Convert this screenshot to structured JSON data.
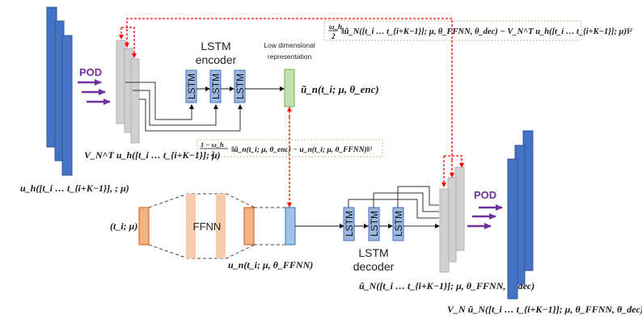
{
  "colors": {
    "pod_blue": "#4472c4",
    "grey_block": "#d0d0d0",
    "lstm_fill": "#9db8e0",
    "lstm_stroke": "#4472c4",
    "latent_green": "#c5e0b4",
    "latent_green_stroke": "#70ad47",
    "ffnn_dark": "#f4b183",
    "ffnn_light": "#f8cbad",
    "ffnn_stroke": "#c55a11",
    "decoder_input_blue": "#9dc3e6",
    "red_dashed": "#ff0000",
    "purple_arrow": "#7030a0",
    "loss_box_border": "#a9d18e"
  },
  "encoder": {
    "pod_label": "POD",
    "input_label": "u_h([t_i … t_{i+K−1}], ; μ)",
    "projected_label": "V_N^T u_h([t_i … t_{i+K−1}]; μ)",
    "title_line1": "LSTM",
    "title_line2": "encoder",
    "cells": [
      "LSTM",
      "LSTM",
      "LSTM"
    ]
  },
  "latent": {
    "caption_line1": "Low dimensional",
    "caption_line2": "representation",
    "label": "ũ_n(t_i; μ, θ_enc)"
  },
  "loss_top": {
    "frac_num": "ω_h",
    "frac_den": "2",
    "body": "‖ũ_N([t_i … t_{i+K−1}]; μ, θ_FFNN, θ_dec)  − V_N^T u_h([t_i … t_{i+K−1}]; μ)‖²"
  },
  "loss_mid": {
    "frac_num": "1  − ω_h",
    "frac_den": "2",
    "body": "‖ũ_n(t_i; μ, θ_enc) − u_n(t_i; μ, θ_FFNN)‖²"
  },
  "ffnn": {
    "input_label": "(t_i; μ)",
    "title": "FFNN",
    "output_label": "u_n(t_i; μ, θ_FFNN)"
  },
  "decoder": {
    "title_line1": "LSTM",
    "title_line2": "decoder",
    "cells": [
      "LSTM",
      "LSTM",
      "LSTM"
    ],
    "output_label": "ũ_N([t_i … t_{i+K−1}]; μ, θ_FFNN, θ_dec)",
    "pod_label": "POD",
    "reconstructed_label": "V_N ũ_N([t_i … t_{i+K−1}]; μ, θ_FFNN, θ_dec)"
  }
}
